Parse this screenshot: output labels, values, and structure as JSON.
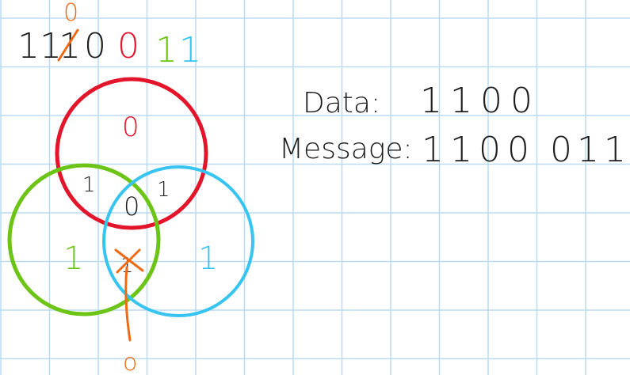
{
  "colors": {
    "grid": "#b9dcf2",
    "ink": "#1e1e1e",
    "red": "#e3152b",
    "green": "#6cc417",
    "blue": "#38c4f0",
    "orange": "#ee6a14"
  },
  "header": {
    "bit1": "1",
    "bit2": "1",
    "bit3": "1",
    "bit4": "0",
    "bit5": "0",
    "bit6": "1",
    "bit7": "1",
    "correction": "0"
  },
  "venn": {
    "red_only": "0",
    "red_green": "1",
    "red_blue": "1",
    "center": "0",
    "green_only": "1",
    "blue_only": "1",
    "green_blue": "1",
    "correction": "o"
  },
  "notes": {
    "data_label": "Data:",
    "data_value": "1100",
    "message_label": "Message:",
    "message_value_data": "1100",
    "message_value_parity": "011"
  }
}
